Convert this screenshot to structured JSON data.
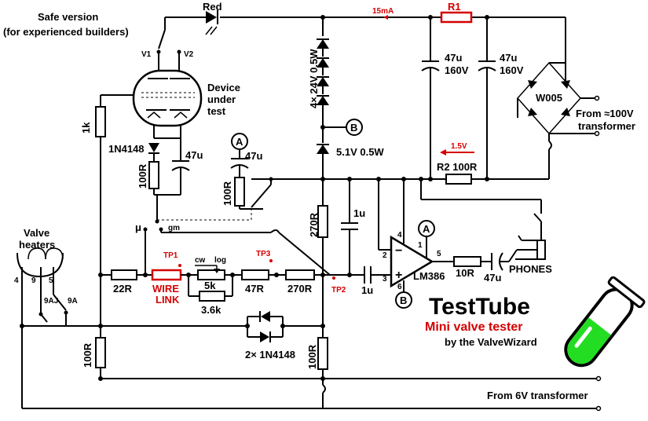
{
  "safe_version": {
    "line1": "Safe version",
    "line2": "(for experienced builders)"
  },
  "led_label": "Red",
  "current_15ma": "15mA",
  "r1_label": "R1",
  "cap1": {
    "value": "47u",
    "voltage": "160V"
  },
  "cap2": {
    "value": "47u",
    "voltage": "160V"
  },
  "bridge_label": "W005",
  "transformer_100v": {
    "line1": "From ≈100V",
    "line2": "transformer"
  },
  "zener_string": "4× 24V  0.5W",
  "zener_single": "5.1V 0.5W",
  "node_b": "B",
  "node_a": "A",
  "v1": "V1",
  "v2": "V2",
  "dut": {
    "line1": "Device",
    "line2": "under",
    "line3": "test"
  },
  "r_1k": "1k",
  "diode_1n4148": "1N4148",
  "r_100r_cath": "100R",
  "cap_47u_cath": "47u",
  "cap_47u_meter": "47u",
  "r_100r_meter": "100R",
  "voltage_15v": "1.5V",
  "r2_label": "R2 100R",
  "r_270r_vert": "270R",
  "cap_1u_top": "1u",
  "mu": "μ",
  "gm": "gm",
  "valve_heaters": {
    "line1": "Valve",
    "line2": "heaters"
  },
  "pins": {
    "p4": "4",
    "p9": "9",
    "p5": "5",
    "p9aj": "9AJ",
    "p9a": "9A"
  },
  "tp1": "TP1",
  "tp2": "TP2",
  "tp3": "TP3",
  "cw": "cw",
  "log": "log",
  "pot_5k": "5k",
  "r_22r": "22R",
  "wire_link": {
    "line1": "WIRE",
    "line2": "LINK"
  },
  "r_3_6k": "3.6k",
  "r_47r": "47R",
  "r_270r_horiz": "270R",
  "cap_1u_in": "1u",
  "opamp": {
    "label": "LM386",
    "pin2": "2",
    "pin3": "3",
    "pin4": "4",
    "pin1": "1",
    "pin5": "5",
    "pin6": "6",
    "minus": "−",
    "plus": "+"
  },
  "r_10r": "10R",
  "cap_47u_out": "47u",
  "phones": "PHONES",
  "diodes_pair": "2× 1N4148",
  "r_100r_left": "100R",
  "r_100r_right": "100R",
  "title": "TestTube",
  "subtitle": "Mini valve tester",
  "byline": "by the ValveWizard",
  "transformer_6v": "From 6V transformer",
  "colors": {
    "red": "#d40000",
    "tube_green": "#22dd22",
    "wire": "#000000"
  }
}
